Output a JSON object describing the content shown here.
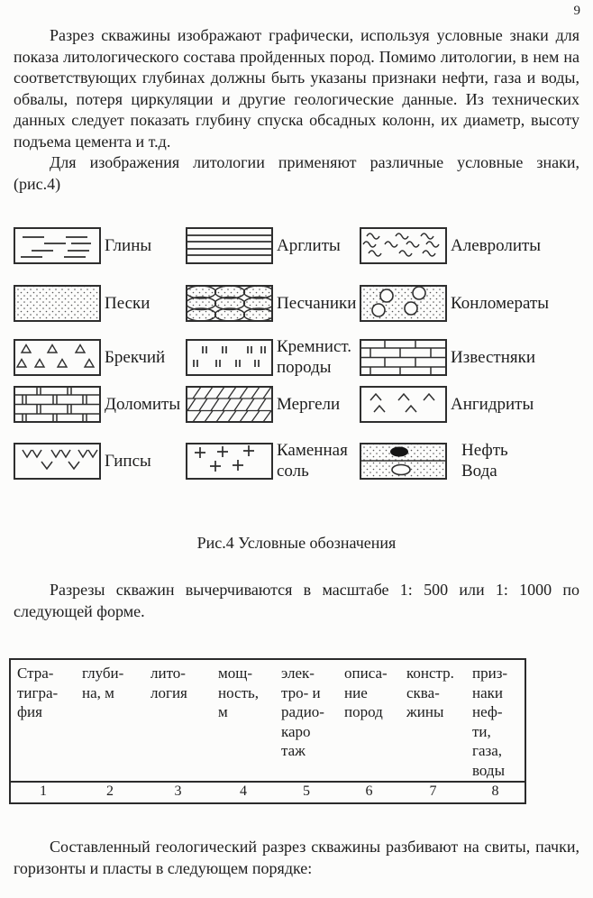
{
  "page": {
    "number": "9"
  },
  "paragraphs": {
    "p1": "Разрез скважины изображают графически, используя условные знаки для показа литологического состава пройденных пород. Помимо литологии, в нем на соответствующих глубинах должны быть указаны признаки нефти, газа и воды, обвалы, потеря циркуляции и другие геологические данные. Из технических данных следует показать глубину спуска обсадных колонн, их диаметр, высоту подъема цемента и т.д.",
    "p2_line1": "Для изображения литологии применяют различные условные знаки,",
    "p2_line2": "(рис.4)",
    "caption": "Рис.4 Условные обозначения",
    "p3": "Разрезы скважин вычерчиваются в  масштабе 1: 500 или 1: 1000 по следующей форме.",
    "p4": "Составленный геологический разрез скважины разбивают на свиты, пачки, горизонты и пласты в следующем порядке:"
  },
  "legend": {
    "items": [
      {
        "label": "Глины",
        "pattern": "clay"
      },
      {
        "label": "Арглиты",
        "pattern": "argillite"
      },
      {
        "label": "Алевролиты",
        "pattern": "siltstone"
      },
      {
        "label": "Пески",
        "pattern": "sand"
      },
      {
        "label": "Песчаники",
        "pattern": "sandstone"
      },
      {
        "label": "Конломераты",
        "pattern": "conglomerate"
      },
      {
        "label": "Брекчий",
        "pattern": "breccia"
      },
      {
        "label": "Кремнист.\nпороды",
        "pattern": "siliceous-rock"
      },
      {
        "label": "Известняки",
        "pattern": "limestone"
      },
      {
        "label": "Доломиты",
        "pattern": "dolomite"
      },
      {
        "label": "Мергели",
        "pattern": "marl"
      },
      {
        "label": "Ангидриты",
        "pattern": "anhydrite"
      },
      {
        "label": "Гипсы",
        "pattern": "gypsum"
      },
      {
        "label": "Каменная\nсоль",
        "pattern": "rock-salt"
      },
      {
        "label": "Нефть\nВода",
        "pattern": "oil-water"
      }
    ]
  },
  "table": {
    "headers": [
      "Стра-\nтигра-\nфия",
      "глуби-\nна, м",
      "лито-\nлогия",
      "мощ-\nность,\nм",
      "элек-\nтро- и\nрадио-\nкаро\nтаж",
      "описа-\nние\nпород",
      "констр.\nсква-\nжины",
      "приз-\nнаки\nнеф-\nти,\nгаза,\nводы"
    ],
    "numbers": [
      "1",
      "2",
      "3",
      "4",
      "5",
      "6",
      "7",
      "8"
    ]
  },
  "colors": {
    "ink": "#2e2e2e",
    "text": "#1d1d1d",
    "paper": "#fcfcfb"
  }
}
